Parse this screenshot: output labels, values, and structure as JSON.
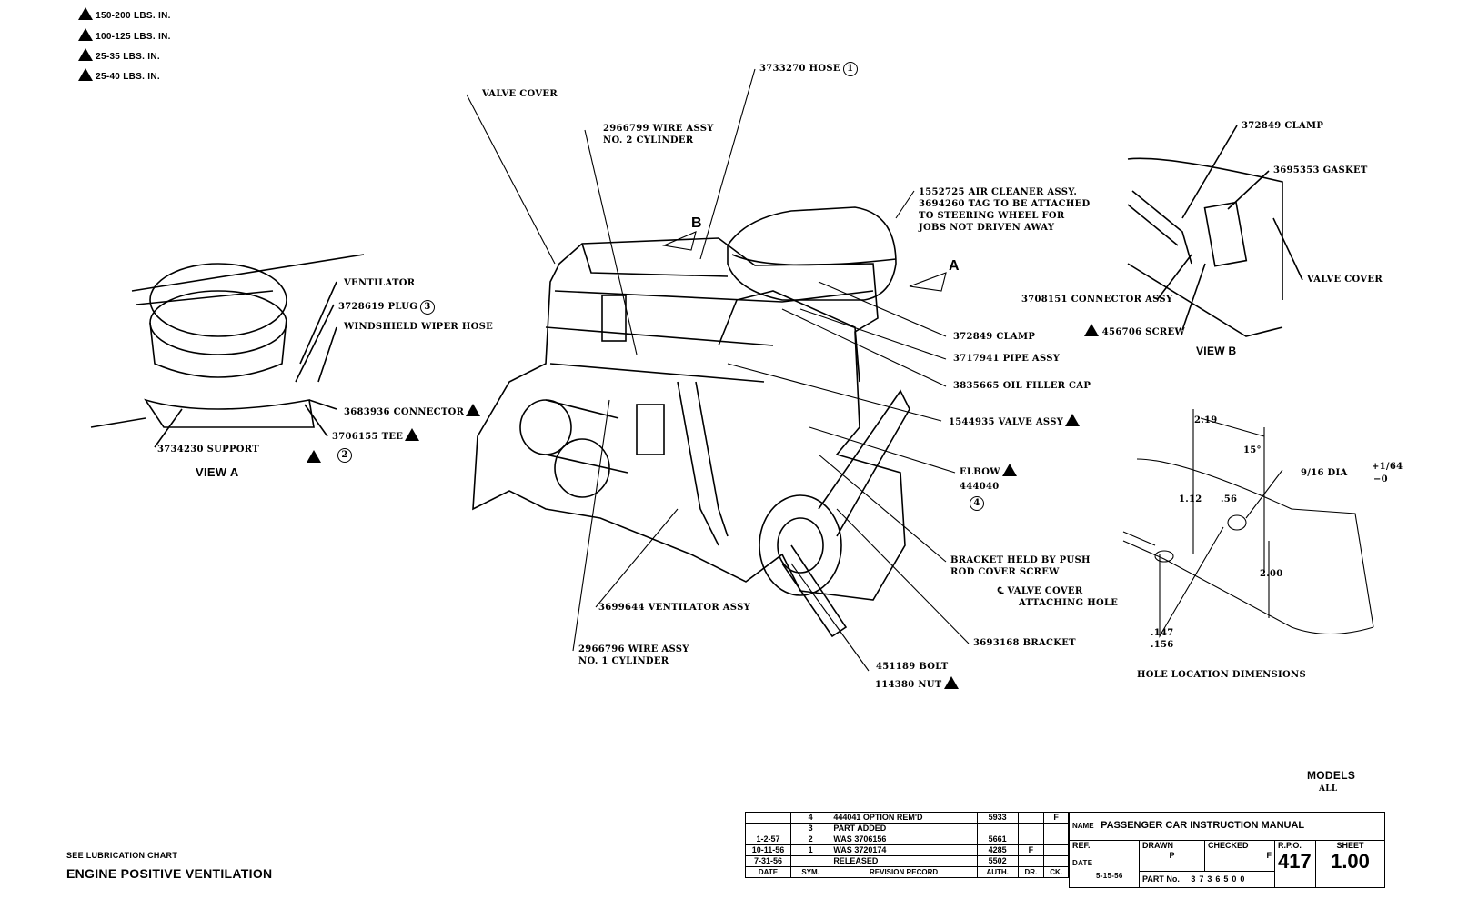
{
  "legend": [
    {
      "icon": "torque-triangle-icon",
      "text": "150-200 LBS. IN."
    },
    {
      "icon": "torque-triangle-icon",
      "text": "100-125 LBS. IN."
    },
    {
      "icon": "torque-triangle-icon",
      "text": "25-35 LBS. IN."
    },
    {
      "icon": "torque-triangle-icon",
      "text": "25-40 LBS. IN."
    }
  ],
  "main": {
    "valve_cover": "VALVE COVER",
    "hose": "3733270 HOSE",
    "hose_note": "1",
    "wire2_a": "2966799 WIRE ASSY",
    "wire2_b": "NO. 2 CYLINDER",
    "air_a": "1552725 AIR CLEANER ASSY.",
    "air_b": "3694260 TAG TO BE ATTACHED",
    "air_c": "TO STEERING WHEEL FOR",
    "air_d": "JOBS NOT DRIVEN AWAY",
    "view_b_arrow": "B",
    "view_a_arrow": "A",
    "clamp": "372849 CLAMP",
    "pipe": "3717941 PIPE ASSY",
    "cap": "3835665 OIL FILLER CAP",
    "valve": "1544935 VALVE ASSY",
    "elbow": "ELBOW",
    "elbow_no": "444040",
    "elbow_note": "4",
    "bracket_a": "BRACKET HELD BY PUSH",
    "bracket_b": "ROD COVER SCREW",
    "cl_a": "℄ VALVE COVER",
    "cl_b": "ATTACHING HOLE",
    "bracket2": "3693168 BRACKET",
    "bolt": "451189 BOLT",
    "nut": "114380 NUT",
    "ventilator": "3699644 VENTILATOR ASSY",
    "wire1_a": "2966796 WIRE ASSY",
    "wire1_b": "NO. 1 CYLINDER"
  },
  "view_a": {
    "ventilator": "VENTILATOR",
    "plug": "3728619 PLUG",
    "plug_note": "3",
    "hose": "WINDSHIELD WIPER HOSE",
    "connector": "3683936 CONNECTOR",
    "tee": "3706155 TEE",
    "tee_note": "2",
    "support": "3734230 SUPPORT",
    "title": "VIEW A"
  },
  "view_b": {
    "clamp": "372849 CLAMP",
    "gasket": "3695353 GASKET",
    "valve_cover": "VALVE COVER",
    "connector": "3708151 CONNECTOR ASSY",
    "screw": "456706 SCREW",
    "title": "VIEW B"
  },
  "hole": {
    "d1": "2.19",
    "angle": "15°",
    "dia": "9/16 DIA",
    "tol_plus": "+1/64",
    "tol_minus": "−0",
    "d2": "1.12",
    "d3": ".56",
    "d4": "2.00",
    "d5a": ".147",
    "d5b": ".156",
    "title": "HOLE LOCATION DIMENSIONS"
  },
  "models": {
    "label": "MODELS",
    "value": "ALL"
  },
  "footer": {
    "note": "SEE LUBRICATION CHART",
    "title": "ENGINE POSITIVE VENTILATION"
  },
  "title_block": {
    "revisions": [
      {
        "date": "",
        "sym": "4",
        "record": "444041 OPTION REM'D",
        "auth": "5933",
        "dr": "",
        "ck": "F"
      },
      {
        "date": "",
        "sym": "3",
        "record": "PART ADDED",
        "auth": "",
        "dr": "",
        "ck": ""
      },
      {
        "date": "1-2-57",
        "sym": "2",
        "record": "WAS 3706156",
        "auth": "5661",
        "dr": "",
        "ck": ""
      },
      {
        "date": "10-11-56",
        "sym": "1",
        "record": "WAS 3720174",
        "auth": "4285",
        "dr": "F",
        "ck": ""
      },
      {
        "date": "7-31-56",
        "sym": "",
        "record": "RELEASED",
        "auth": "5502",
        "dr": "",
        "ck": ""
      }
    ],
    "headers": {
      "date": "DATE",
      "sym": "SYM.",
      "record": "REVISION RECORD",
      "auth": "AUTH.",
      "dr": "DR.",
      "ck": "CK."
    },
    "name_label": "NAME",
    "name": "PASSENGER CAR INSTRUCTION MANUAL",
    "ref_label": "REF.",
    "drawn_label": "DRAWN",
    "drawn": "P",
    "checked_label": "CHECKED",
    "checked": "F",
    "rpo_label": "R.P.O.",
    "rpo": "417",
    "sheet_label": "SHEET",
    "sheet": "1.00",
    "date_label": "DATE",
    "date": "5-15-56",
    "part_label": "PART No.",
    "part": "3736500"
  }
}
